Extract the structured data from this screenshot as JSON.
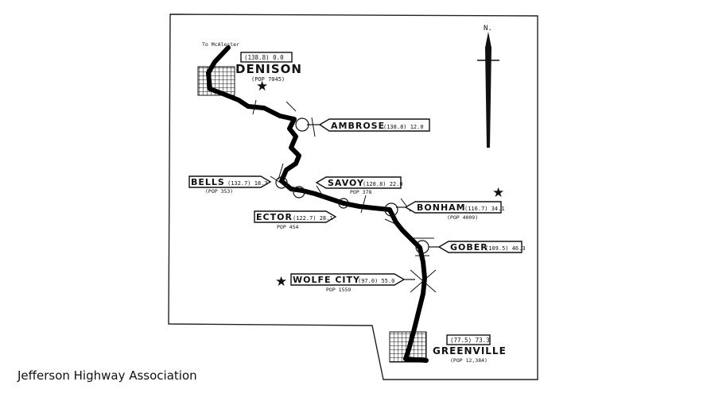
{
  "caption": "Jefferson Highway Association",
  "north_label": "N.",
  "to_label": "To McAlester",
  "route_color": "#000000",
  "towns": {
    "denison": {
      "name": "DENISON",
      "mileage": "(138.8) 0.0",
      "pop": "(POP 7045)"
    },
    "ambrose": {
      "name": "AMBROSE",
      "mileage": "(138.8) 12.0"
    },
    "bells": {
      "name": "BELLS",
      "mileage": "(132.7) 18.3",
      "pop": "(POP 353)"
    },
    "savoy": {
      "name": "SAVOY",
      "mileage": "(128.8) 22.0",
      "pop": "POP 378"
    },
    "bonham": {
      "name": "BONHAM",
      "mileage": "(116.7) 34.1",
      "pop": "(POP 4009)"
    },
    "ector": {
      "name": "ECTOR",
      "mileage": "(122.7) 28.1",
      "pop": "POP 454"
    },
    "gober": {
      "name": "GOBER",
      "mileage": "(109.5) 46.3"
    },
    "wolfe_city": {
      "name": "WOLFE CITY",
      "mileage": "(97.0) 55.0",
      "pop": "POP 1559"
    },
    "greenville": {
      "name": "GREENVILLE",
      "mileage": "(77.5) 73.3",
      "pop": "(POP 12,384)"
    }
  }
}
